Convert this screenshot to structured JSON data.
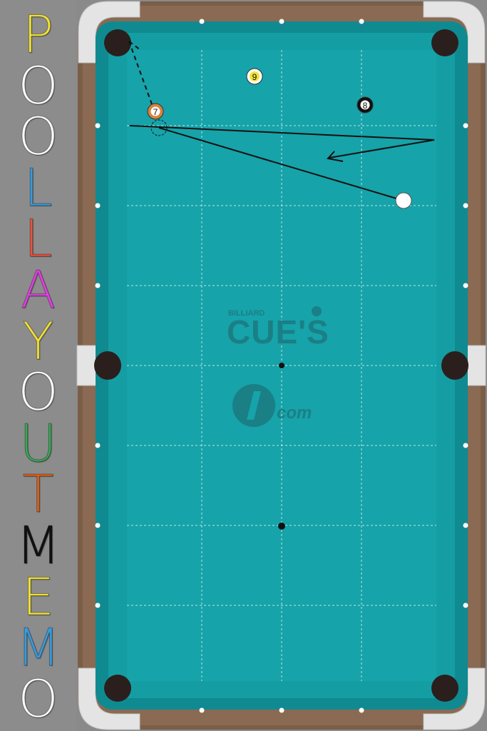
{
  "app": {
    "title_letters": [
      {
        "char": "P",
        "color": "#f2e33a"
      },
      {
        "char": "O",
        "color": "#ffffff"
      },
      {
        "char": "O",
        "color": "#ffffff"
      },
      {
        "char": "L",
        "color": "#3a9bdc"
      },
      {
        "char": "L",
        "color": "#e8533f"
      },
      {
        "char": "A",
        "color": "#e040e0"
      },
      {
        "char": "Y",
        "color": "#f2e33a"
      },
      {
        "char": "O",
        "color": "#ffffff"
      },
      {
        "char": "U",
        "color": "#3aa857"
      },
      {
        "char": "T",
        "color": "#d9641e"
      },
      {
        "char": "M",
        "color": "#111111"
      },
      {
        "char": "E",
        "color": "#f2e33a"
      },
      {
        "char": "M",
        "color": "#3a9bdc"
      },
      {
        "char": "O",
        "color": "#ffffff"
      }
    ]
  },
  "table": {
    "cloth_color": "#149ea4",
    "rail_color": "#8a6a52",
    "logo": {
      "small_text": "BILLIARD",
      "main_text": "CUE'S",
      "sub_text": "com",
      "color": "#1b7f86"
    },
    "balls": [
      {
        "id": "ball-7",
        "number": "7",
        "color": "#d9833a"
      },
      {
        "id": "ball-9",
        "number": "9",
        "color": "#f2e33a"
      },
      {
        "id": "ball-8",
        "number": "8",
        "color": "#111111"
      },
      {
        "id": "cue-ball",
        "number": "",
        "color": "#ffffff"
      }
    ]
  }
}
